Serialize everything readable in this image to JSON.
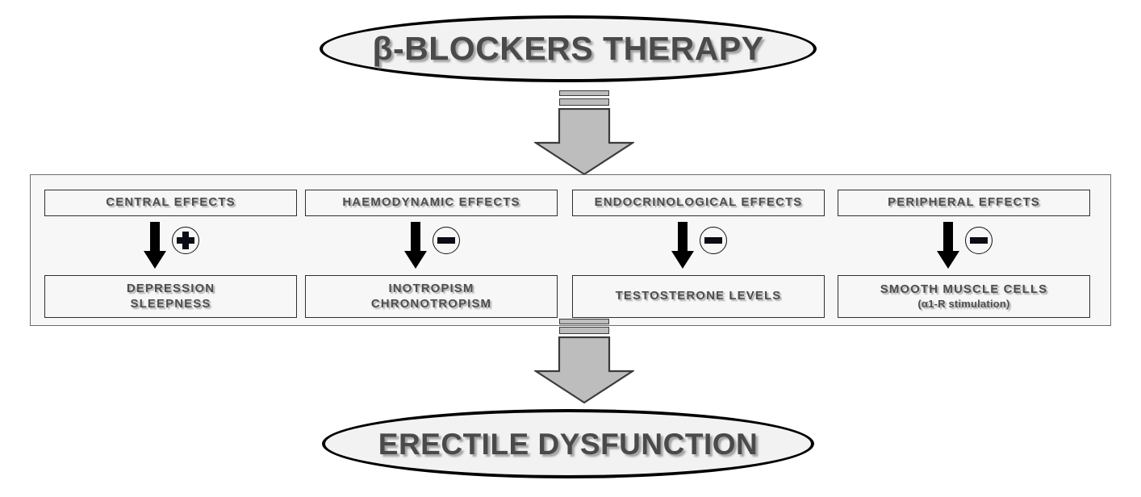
{
  "diagram": {
    "title_node": {
      "label": "β-BLOCKERS THERAPY",
      "shape": "ellipse"
    },
    "outcome_node": {
      "label": "ERECTILE DYSFUNCTION",
      "shape": "ellipse"
    },
    "connectors": {
      "top_arrow_name": "block-arrow-down",
      "bottom_arrow_name": "block-arrow-down"
    },
    "columns": [
      {
        "header": "CENTRAL EFFECTS",
        "sign": "plus",
        "sign_glyph": "+",
        "effect_line1": "DEPRESSION",
        "effect_line2": "SLEEPNESS",
        "effect_sub": ""
      },
      {
        "header": "HAEMODYNAMIC  EFFECTS",
        "sign": "minus",
        "sign_glyph": "−",
        "effect_line1": "INOTROPISM",
        "effect_line2": "CHRONOTROPISM",
        "effect_sub": ""
      },
      {
        "header": "ENDOCRINOLOGICAL  EFFECTS",
        "sign": "minus",
        "sign_glyph": "−",
        "effect_line1": "TESTOSTERONE  LEVELS",
        "effect_line2": "",
        "effect_sub": ""
      },
      {
        "header": "PERIPHERAL  EFFECTS",
        "sign": "minus",
        "sign_glyph": "−",
        "effect_line1": "SMOOTH MUSCLE CELLS",
        "effect_line2": "",
        "effect_sub": "(α1-R stimulation)"
      }
    ],
    "colors": {
      "node_fill": "#f2f2f2",
      "node_stroke": "#000000",
      "panel_fill": "#f7f7f7",
      "panel_stroke": "#6b6b6b",
      "box_stroke": "#2e2e2e",
      "text": "#4d4d4d",
      "block_arrow_fill": "#bdbdbd",
      "block_arrow_stroke": "#3b3b3b",
      "small_arrow_fill": "#000000",
      "background": "#ffffff"
    }
  }
}
